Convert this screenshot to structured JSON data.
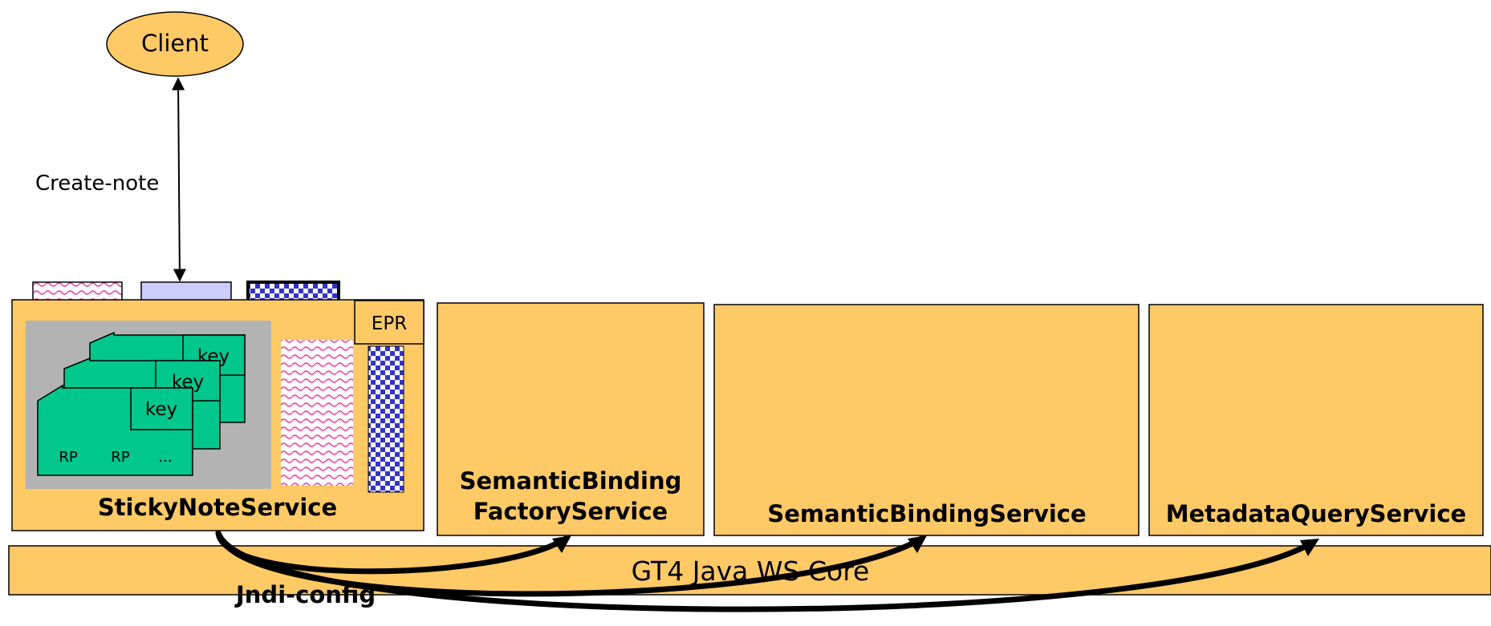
{
  "client": {
    "label": "Client"
  },
  "arrow": {
    "label": "Create-note"
  },
  "sticky": {
    "title": "StickyNoteService",
    "epr": "EPR",
    "notes": [
      {
        "key": "key",
        "rp1": "RP",
        "rp2": "RP",
        "more": "..."
      },
      {
        "key": "key"
      },
      {
        "key": "key"
      }
    ]
  },
  "services": {
    "factory": {
      "line1": "SemanticBinding",
      "line2": "FactoryService"
    },
    "binding": {
      "label": "SemanticBindingService"
    },
    "query": {
      "label": "MetadataQueryService"
    }
  },
  "core": {
    "label": "GT4 Java WS Core"
  },
  "jndi": {
    "label": "Jndi-config"
  },
  "colors": {
    "service_fill": "#ffc966",
    "note_fill": "#00c78c",
    "gray_area": "#b3b3b3",
    "lavender": "#ccccff",
    "wave_pink": "#ff3399",
    "check_blue": "#3333cc"
  }
}
